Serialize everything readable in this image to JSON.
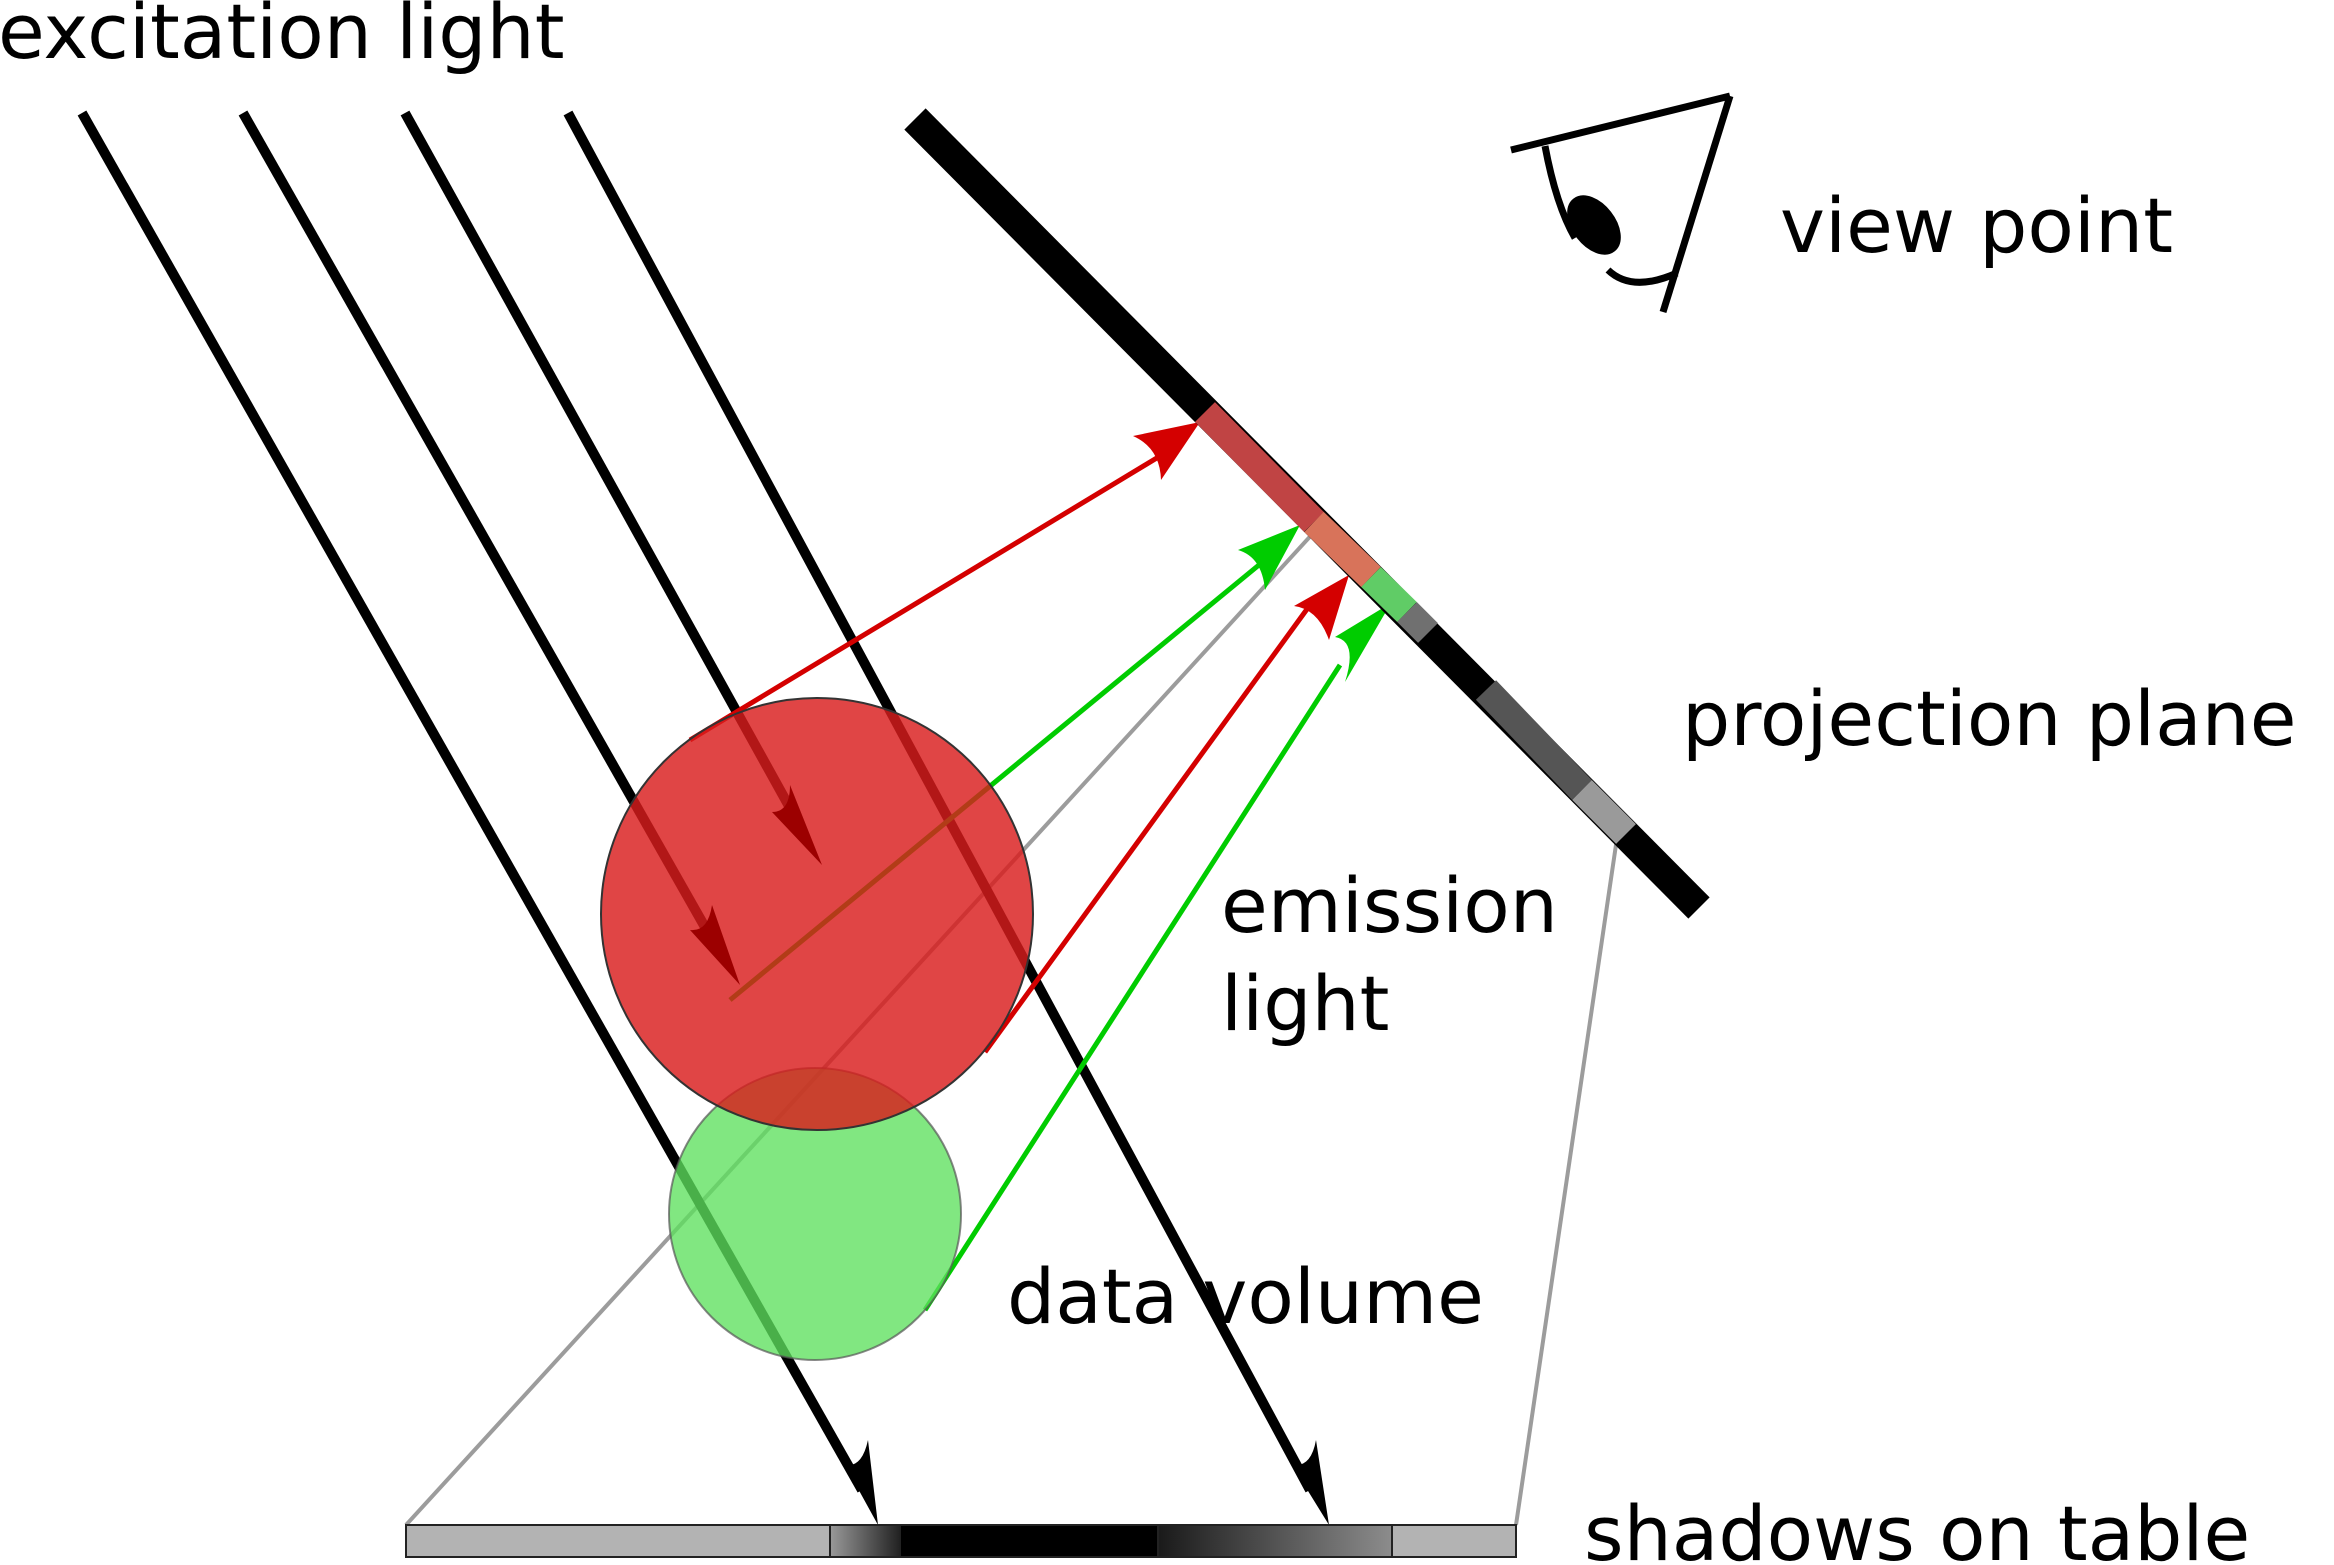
{
  "diagram": {
    "labels": {
      "excitation_light": "excitation light",
      "view_point": "view point",
      "projection_plane": "projection plane",
      "emission_line1": "emission",
      "emission_line2": "light",
      "data_volume": "data volume",
      "shadows_on_table": "shadows on table"
    },
    "colors": {
      "excitation": "#000000",
      "red_emission": "#d40000",
      "green_emission": "#00cc00",
      "red_volume": "#dc2828",
      "green_volume": "#5ee05e",
      "projection_red": "#c04444",
      "projection_orange": "#d8735a",
      "projection_green": "#60cc66",
      "guide_line": "#999999",
      "table_light": "#b3b3b3"
    }
  }
}
